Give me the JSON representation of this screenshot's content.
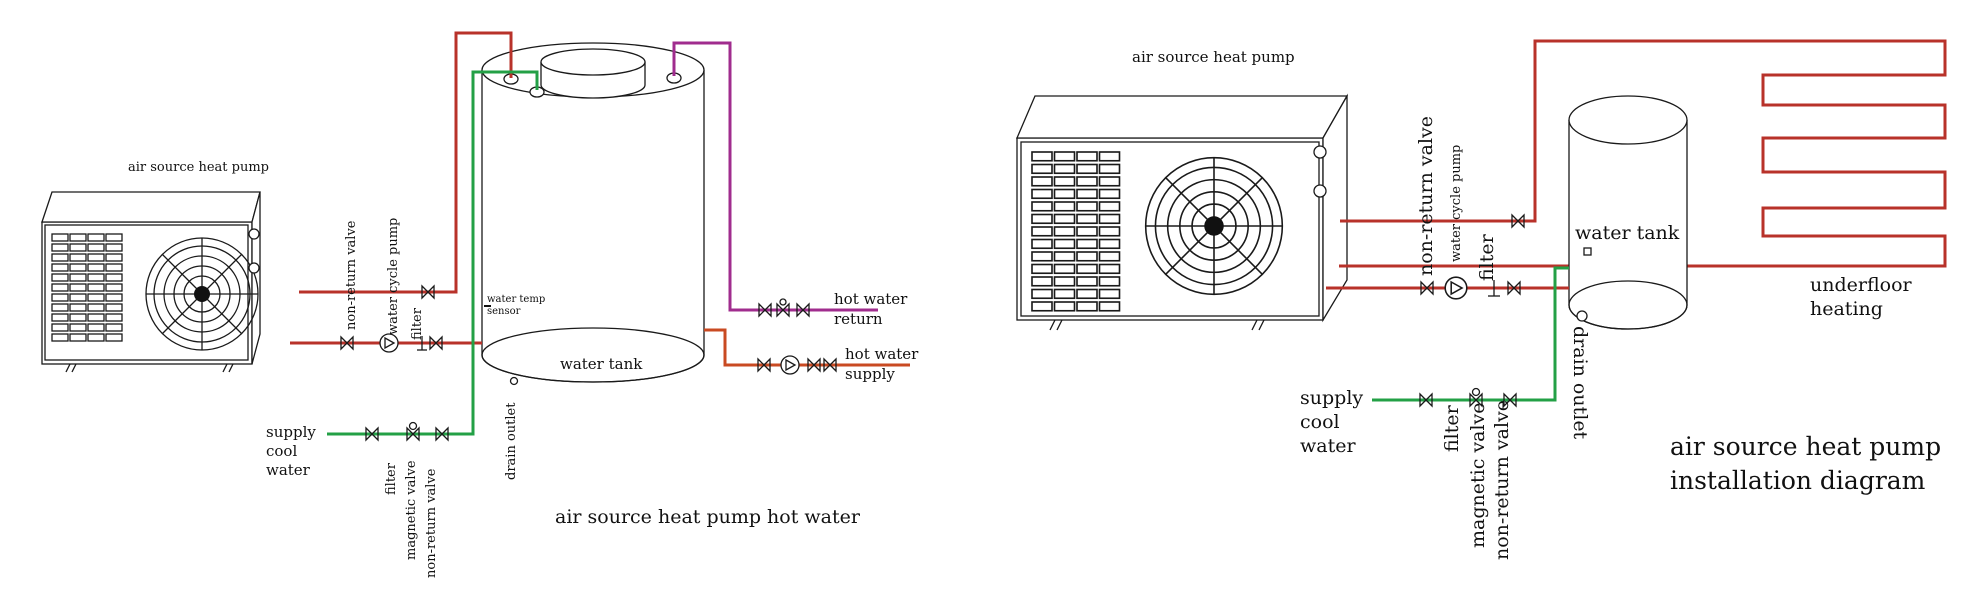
{
  "colors": {
    "hot_pipe": "#b8322a",
    "cold_pipe": "#23a046",
    "return_pipe": "#a02c8e",
    "supply_pipe": "#c94a22",
    "line": "#1a1a1a"
  },
  "left": {
    "heat_pump_label": "air source heat pump",
    "non_return_valve": "non-return valve",
    "water_cycle_pump": "water cycle pump",
    "filter": "filter",
    "water_temp_sensor_1": "water temp",
    "water_temp_sensor_2": "sensor",
    "water_tank": "water tank",
    "hot_water_return_1": "hot water",
    "hot_water_return_2": "return",
    "hot_water_supply_1": "hot water",
    "hot_water_supply_2": "supply",
    "supply_cool_water_1": "supply",
    "supply_cool_water_2": "cool",
    "supply_cool_water_3": "water",
    "drain_outlet": "drain outlet",
    "cold_filter": "filter",
    "magnetic_valve": "magnetic valve",
    "cold_non_return_valve": "non-return valve",
    "caption": "air source heat pump hot water"
  },
  "right": {
    "heat_pump_label": "air source heat pump",
    "non_return_valve": "non-return valve",
    "water_cycle_pump": "water cycle pump",
    "filter": "filter",
    "water_tank": "water tank",
    "underfloor_1": "underfloor",
    "underfloor_2": "heating",
    "supply_cool_water_1": "supply",
    "supply_cool_water_2": "cool",
    "supply_cool_water_3": "water",
    "cold_filter": "filter",
    "magnetic_valve": "magnetic valve",
    "cold_non_return_valve": "non-return valve",
    "drain_outlet": "drain outlet",
    "caption_1": "air source heat pump",
    "caption_2": "installation diagram"
  }
}
